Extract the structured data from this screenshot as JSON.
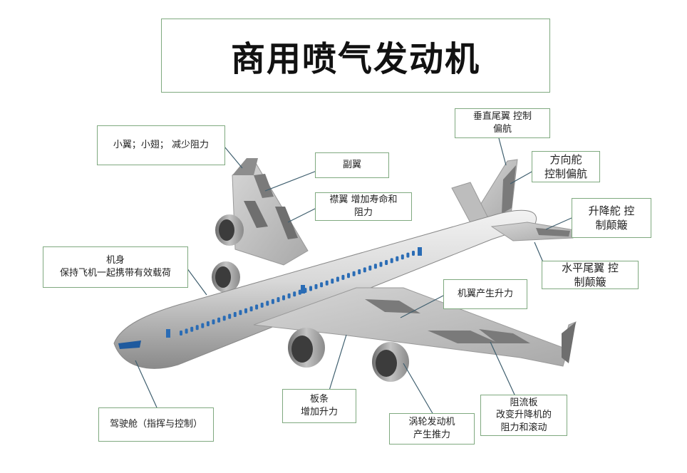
{
  "title": "商用喷气发动机",
  "labels": {
    "winglet": "小翼；小翅；  减少阻力",
    "aileron": "副翼",
    "flap": "襟翼  增加寿命和\n阻力",
    "fuselage": "机身\n保持飞机一起携带有效载荷",
    "vertical_stabilizer": "垂直尾翼   控制\n偏航",
    "rudder": "方向舵\n控制偏航",
    "elevator": "升降舵  控\n制颠簸",
    "horizontal_stabilizer": "水平尾翼    控\n制颠簸",
    "wing": "机翼产生升力",
    "slat": "板条\n增加升力",
    "spoiler": "阻流板\n改变升降机的\n阻力和滚动",
    "turbine_engine": "涡轮发动机\n产生推力",
    "cockpit": "驾驶舱（指挥与控制）"
  }
}
